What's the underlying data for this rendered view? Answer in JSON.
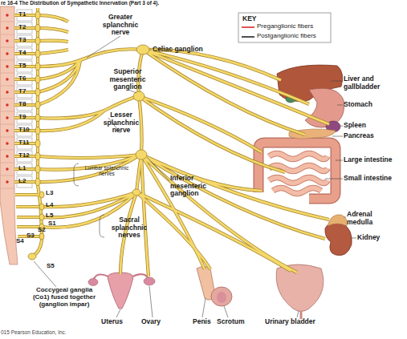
{
  "diagram": {
    "title": "re 16-4 The Distribution of Sympathetic Innervation (Part 3 of 4).",
    "caption": "015 Pearson Education, Inc.",
    "labels": [
      "T1",
      "T2",
      "T3",
      "T4",
      "T5",
      "T6",
      "T7",
      "T8",
      "T9",
      "T10",
      "T11",
      "T12",
      "L1",
      "L2",
      "L3",
      "L4",
      "L5",
      "S1",
      "S2",
      "S3",
      "S4",
      "S5",
      "Greater splanchnic nerve",
      "Celiac ganglion",
      "Superior mesenteric ganglion",
      "Lesser splanchnic nerve",
      "Lumbar splanchnic nerves",
      "Inferior mesenteric ganglion",
      "Sacral splanchnic nerves",
      "Coccygeal ganglia (Co1) fused together (ganglion impar)",
      "KEY",
      "Liver and gallbladder",
      "Stomach",
      "Spleen",
      "Pancreas",
      "Large intestine",
      "Small intestine",
      "Adrenal medulla",
      "Kidney",
      "Uterus",
      "Ovary",
      "Penis",
      "Scrotum",
      "Urinary bladder"
    ],
    "legend": [
      {
        "text": "Preganglionic fibers"
      },
      {
        "text": "Postganglionic fibers"
      }
    ]
  }
}
